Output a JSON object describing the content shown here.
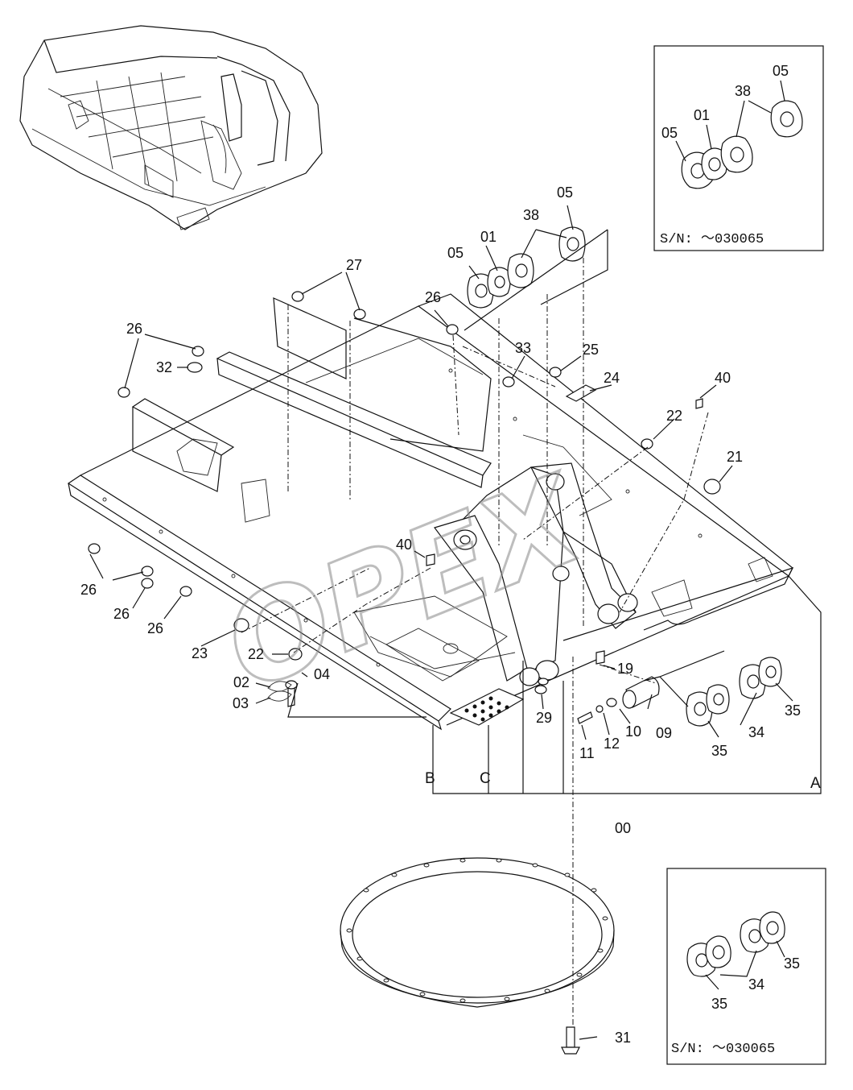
{
  "watermark": "OPEX",
  "insets": {
    "top": {
      "serial": "S/N: ～030065",
      "labels": [
        "05",
        "01",
        "38",
        "05"
      ]
    },
    "bottom": {
      "serial": "S/N: ～030065",
      "labels": [
        "35",
        "34",
        "35"
      ]
    }
  },
  "callouts": {
    "c27": "27",
    "c26a": "26",
    "c32": "32",
    "c26b": "26",
    "c26c": "26",
    "c26d": "26",
    "c26e": "26",
    "c05a": "05",
    "c01": "01",
    "c38": "38",
    "c05b": "05",
    "c33": "33",
    "c25": "25",
    "c24": "24",
    "c40a": "40",
    "c22a": "22",
    "c21": "21",
    "c40b": "40",
    "c23": "23",
    "c22b": "22",
    "c04": "04",
    "c02": "02",
    "c03": "03",
    "c29": "29",
    "c19": "19",
    "c09": "09",
    "c10": "10",
    "c12": "12",
    "c11": "11",
    "c35a": "35",
    "c34": "34",
    "c35b": "35",
    "cB": "B",
    "cC": "C",
    "cA": "A",
    "c00": "00",
    "c31": "31"
  }
}
